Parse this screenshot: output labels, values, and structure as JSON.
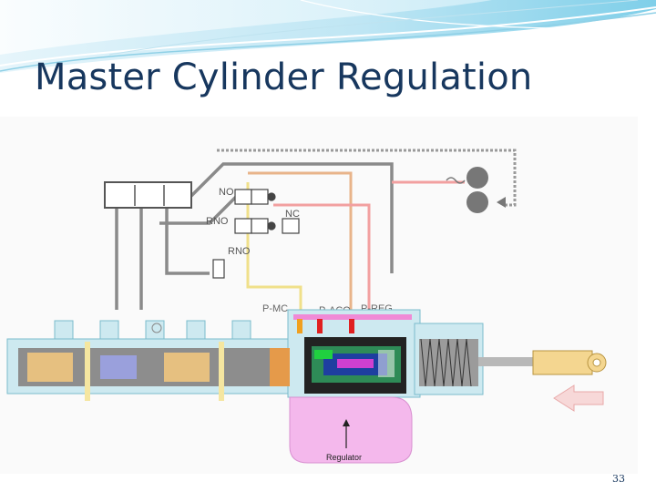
{
  "slide": {
    "title": "Master Cylinder Regulation",
    "page_number": "33"
  },
  "diagram": {
    "valves": [
      {
        "id": "no",
        "label": "NO"
      },
      {
        "id": "rno-1",
        "label": "RNO"
      },
      {
        "id": "nc",
        "label": "NC"
      },
      {
        "id": "rno-2",
        "label": "RNO"
      }
    ],
    "pressure_ports": [
      {
        "id": "p-mc",
        "label": "P-MC"
      },
      {
        "id": "p-aco",
        "label": "P-ACO"
      },
      {
        "id": "p-reg",
        "label": "P-REG"
      }
    ],
    "regulator_label": "Regulator"
  }
}
